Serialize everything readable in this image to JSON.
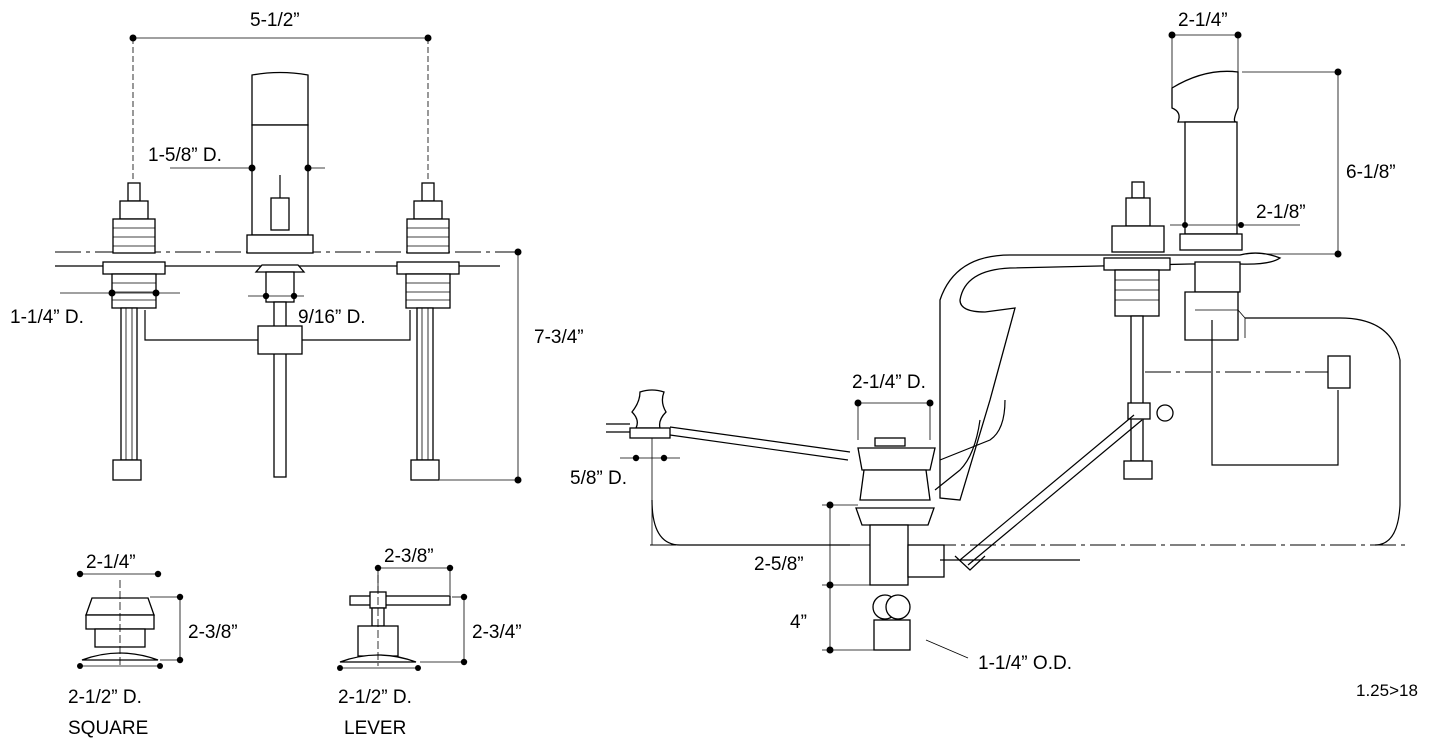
{
  "dims": {
    "top_spread": "5-1/2”",
    "spout_dia": "1-5/8” D.",
    "stem_dia": "1-1/4” D.",
    "spout_shank_dia": "9/16” D.",
    "below_deck_height": "7-3/4”",
    "side_spout_width": "2-1/4”",
    "side_spout_height": "6-1/8”",
    "side_spout_neck": "2-1/8”",
    "drain_flange_dia": "2-1/4” D.",
    "rod_dia": "5/8” D.",
    "drain_height": "2-5/8”",
    "tailpiece_len": "4”",
    "tailpiece_od": "1-1/4” O.D.",
    "square_width": "2-1/4”",
    "square_height": "2-3/8”",
    "square_base": "2-1/2” D.",
    "square_label": "SQUARE",
    "lever_width": "2-3/8”",
    "lever_height": "2-3/4”",
    "lever_base": "2-1/2” D.",
    "lever_label": "LEVER"
  },
  "code": "1.25>18"
}
